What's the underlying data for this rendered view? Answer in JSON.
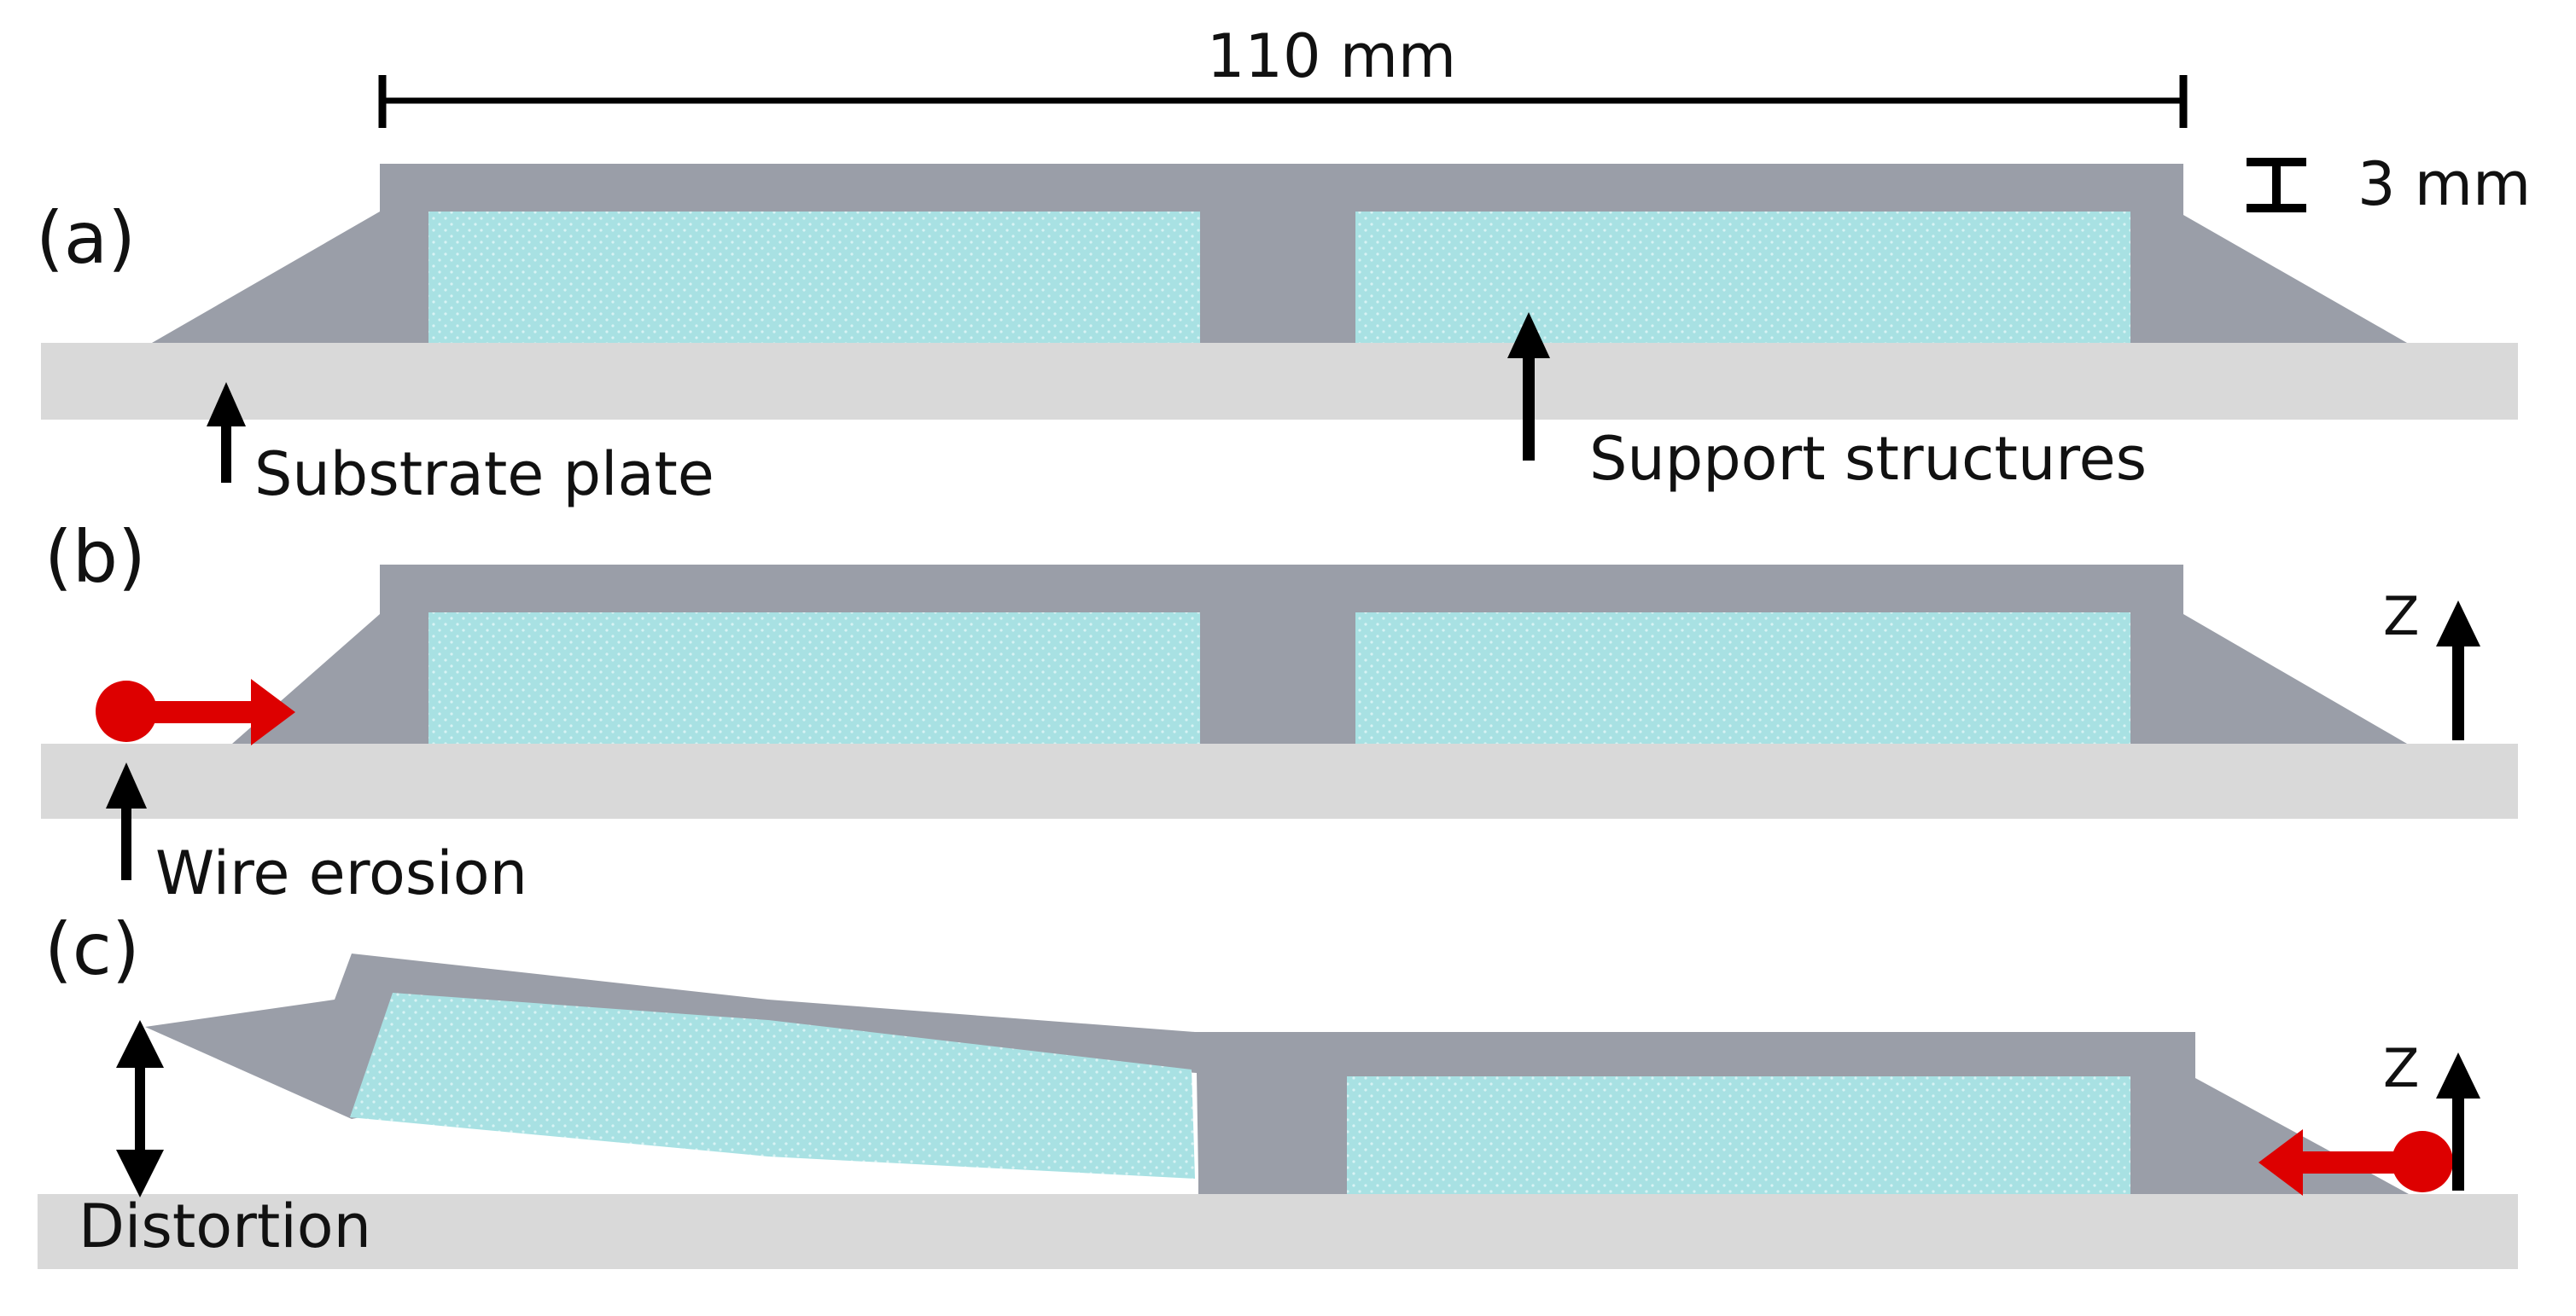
{
  "colors": {
    "part": "#9a9ea8",
    "support": "#a8e1e3",
    "support_dots": "#d8f3f4",
    "plate": "#d9d9d9",
    "arrow": "#000000",
    "wire": "#dd0000"
  },
  "dimensions": {
    "length_label": "110 mm",
    "thickness_label": "3 mm"
  },
  "panels": [
    {
      "id": "a",
      "label": "(a)"
    },
    {
      "id": "b",
      "label": "(b)"
    },
    {
      "id": "c",
      "label": "(c)"
    }
  ],
  "annotations": {
    "substrate_plate": "Substrate plate",
    "support_structures": "Support structures",
    "wire_erosion": "Wire erosion",
    "distortion": "Distortion",
    "z_axis": "Z"
  }
}
